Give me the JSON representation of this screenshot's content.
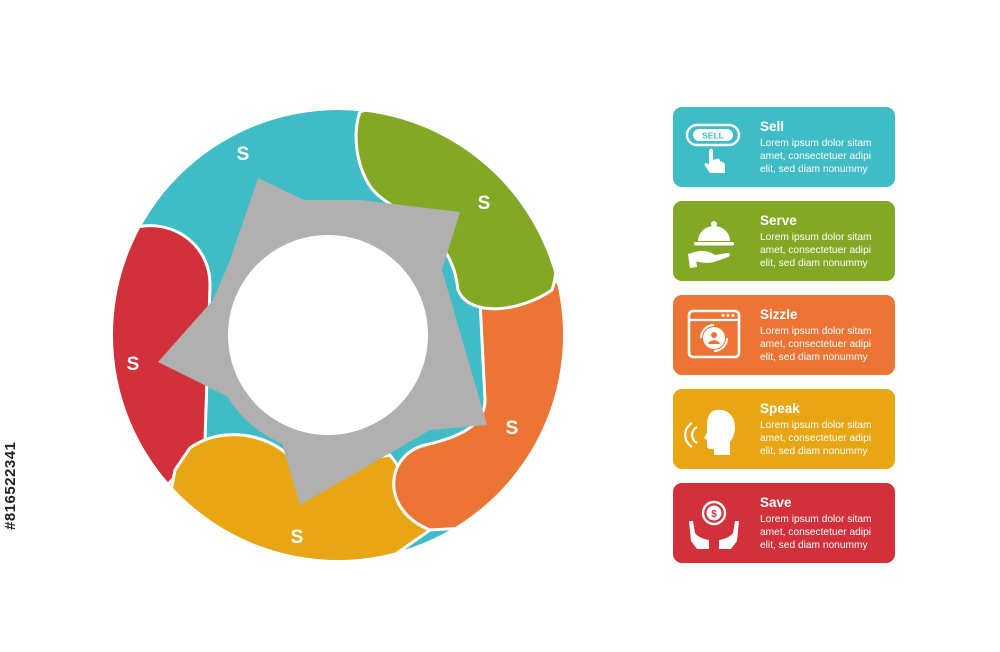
{
  "colors": {
    "teal": "#40bcc7",
    "green": "#83a826",
    "orange": "#ec7536",
    "yellow": "#e8a614",
    "red": "#d2303a",
    "gear": "#b0b0b0"
  },
  "ring_segments": [
    {
      "letter": "S",
      "color": "#40bcc7"
    },
    {
      "letter": "S",
      "color": "#83a826"
    },
    {
      "letter": "S",
      "color": "#ec7536"
    },
    {
      "letter": "S",
      "color": "#e8a614"
    },
    {
      "letter": "S",
      "color": "#d2303a"
    }
  ],
  "cards": [
    {
      "title": "Sell",
      "body": "Lorem ipsum dolor sitam amet, consectetuer adipi elit, sed diam nonummy",
      "color": "#40bcc7",
      "icon": "sell-button-icon",
      "icon_text": "SELL"
    },
    {
      "title": "Serve",
      "body": "Lorem ipsum dolor sitam amet, consectetuer adipi elit, sed diam nonummy",
      "color": "#83a826",
      "icon": "serving-tray-icon"
    },
    {
      "title": "Sizzle",
      "body": "Lorem ipsum dolor sitam amet, consectetuer adipi elit, sed diam nonummy",
      "color": "#ec7536",
      "icon": "browser-user-refresh-icon"
    },
    {
      "title": "Speak",
      "body": "Lorem ipsum dolor sitam amet, consectetuer adipi elit, sed diam nonummy",
      "color": "#e8a614",
      "icon": "speaking-head-icon"
    },
    {
      "title": "Save",
      "body": "Lorem ipsum dolor sitam amet, consectetuer adipi elit, sed diam nonummy",
      "color": "#d2303a",
      "icon": "hands-coin-icon",
      "icon_text": "$"
    }
  ],
  "stock_id": "#816522341"
}
